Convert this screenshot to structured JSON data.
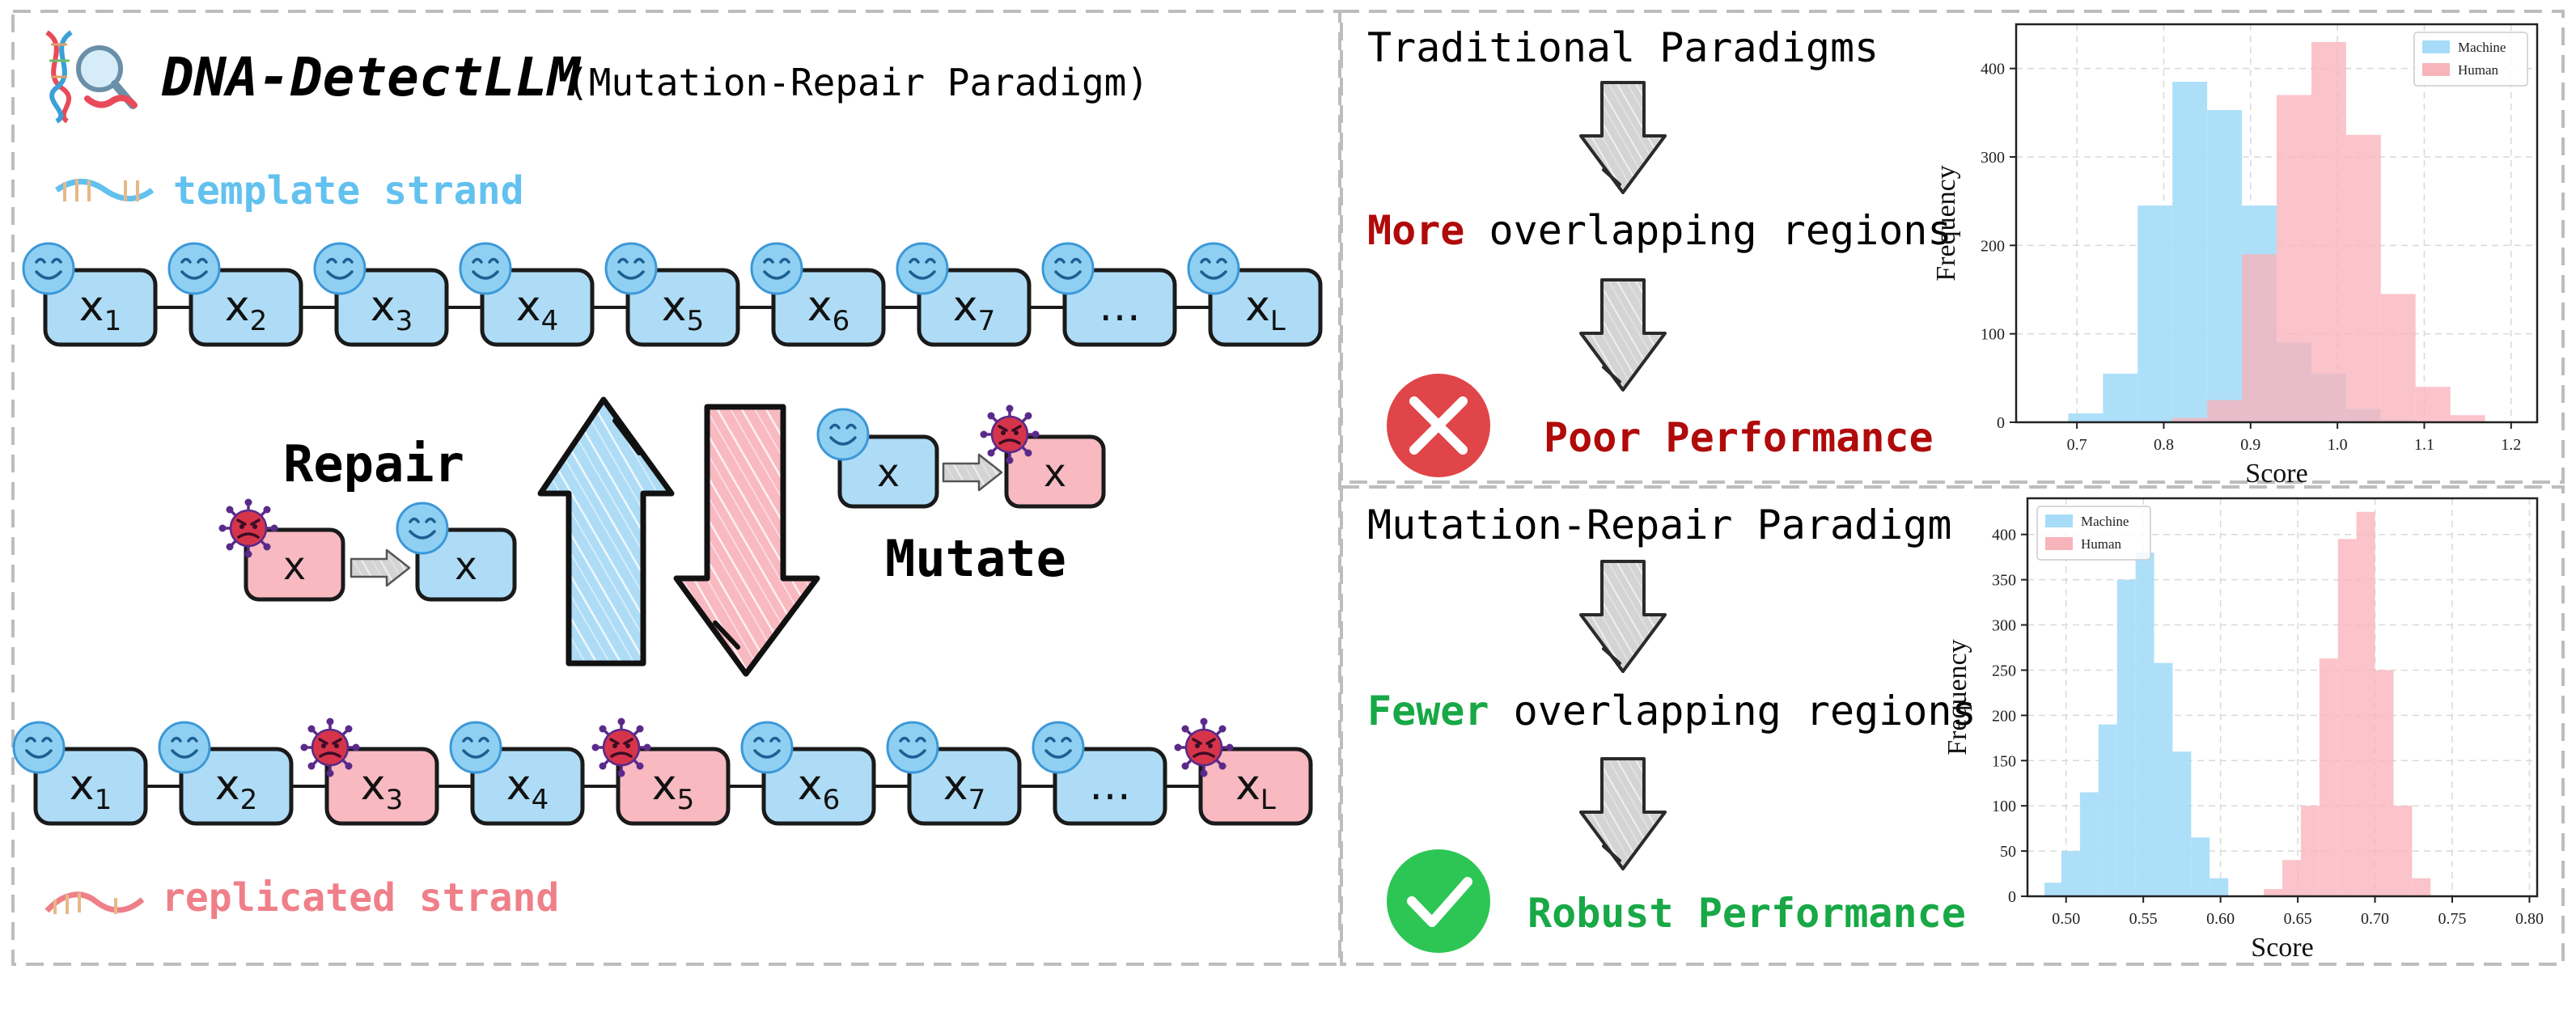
{
  "title": {
    "name": "DNA-DetectLLM",
    "subtitle": "(Mutation-Repair Paradigm)"
  },
  "strands": {
    "template_label": "template strand",
    "replicated_label": "replicated strand",
    "template_tokens": [
      {
        "base": "x",
        "sub": "1",
        "state": "clean"
      },
      {
        "base": "x",
        "sub": "2",
        "state": "clean"
      },
      {
        "base": "x",
        "sub": "3",
        "state": "clean"
      },
      {
        "base": "x",
        "sub": "4",
        "state": "clean"
      },
      {
        "base": "x",
        "sub": "5",
        "state": "clean"
      },
      {
        "base": "x",
        "sub": "6",
        "state": "clean"
      },
      {
        "base": "x",
        "sub": "7",
        "state": "clean"
      },
      {
        "base": "…",
        "sub": "",
        "state": "clean"
      },
      {
        "base": "x",
        "sub": "L",
        "state": "clean"
      }
    ],
    "replicated_tokens": [
      {
        "base": "x",
        "sub": "1",
        "state": "clean"
      },
      {
        "base": "x",
        "sub": "2",
        "state": "clean"
      },
      {
        "base": "x",
        "sub": "3",
        "state": "mutated"
      },
      {
        "base": "x",
        "sub": "4",
        "state": "clean"
      },
      {
        "base": "x",
        "sub": "5",
        "state": "mutated"
      },
      {
        "base": "x",
        "sub": "6",
        "state": "clean"
      },
      {
        "base": "x",
        "sub": "7",
        "state": "clean"
      },
      {
        "base": "…",
        "sub": "",
        "state": "clean"
      },
      {
        "base": "x",
        "sub": "L",
        "state": "mutated"
      }
    ]
  },
  "process": {
    "repair_label": "Repair",
    "mutate_label": "Mutate",
    "token": "x"
  },
  "traditional": {
    "heading": "Traditional Paradigms",
    "overlap_em": "More",
    "overlap_rest": " overlapping regions",
    "result": "Poor Performance"
  },
  "mutation_repair": {
    "heading": "Mutation-Repair Paradigm",
    "overlap_em": "Fewer",
    "overlap_rest": " overlapping regions",
    "result": "Robust Performance"
  },
  "colors": {
    "blue": "#aedcf6",
    "pink": "#f8b9c1",
    "red_text": "#b00a0a",
    "green_text": "#18a846",
    "blue_label": "#62c1ef",
    "pink_label": "#ef7f89"
  },
  "chart_data": [
    {
      "type": "histogram",
      "xlabel": "Score",
      "ylabel": "Frequency",
      "xlim": [
        0.63,
        1.23
      ],
      "ylim": [
        0,
        450
      ],
      "xticks": [
        0.7,
        0.8,
        0.9,
        1.0,
        1.1,
        1.2
      ],
      "xtick_labels": [
        "0.7",
        "0.8",
        "0.9",
        "1.0",
        "1.1",
        "1.2"
      ],
      "yticks": [
        0,
        100,
        200,
        300,
        400
      ],
      "legend_position": "top-right",
      "grid": true,
      "series": [
        {
          "name": "Machine",
          "color": "#a6dcf8",
          "bins": [
            [
              0.69,
              0.73,
              10
            ],
            [
              0.73,
              0.77,
              55
            ],
            [
              0.77,
              0.81,
              245
            ],
            [
              0.81,
              0.85,
              385
            ],
            [
              0.85,
              0.89,
              353
            ],
            [
              0.89,
              0.93,
              245
            ],
            [
              0.93,
              0.97,
              90
            ],
            [
              0.97,
              1.01,
              55
            ],
            [
              1.01,
              1.05,
              15
            ],
            [
              1.05,
              1.09,
              3
            ]
          ]
        },
        {
          "name": "Human",
          "color": "#f8b4bb",
          "bins": [
            [
              0.81,
              0.85,
              5
            ],
            [
              0.85,
              0.89,
              25
            ],
            [
              0.89,
              0.93,
              190
            ],
            [
              0.93,
              0.97,
              370
            ],
            [
              0.97,
              1.01,
              430
            ],
            [
              1.01,
              1.05,
              325
            ],
            [
              1.05,
              1.09,
              145
            ],
            [
              1.09,
              1.13,
              40
            ],
            [
              1.13,
              1.17,
              8
            ]
          ]
        }
      ]
    },
    {
      "type": "histogram",
      "xlabel": "Score",
      "ylabel": "Frequency",
      "xlim": [
        0.475,
        0.805
      ],
      "ylim": [
        0,
        440
      ],
      "xticks": [
        0.5,
        0.55,
        0.6,
        0.65,
        0.7,
        0.75,
        0.8
      ],
      "xtick_labels": [
        "0.50",
        "0.55",
        "0.60",
        "0.65",
        "0.70",
        "0.75",
        "0.80"
      ],
      "yticks": [
        0,
        50,
        100,
        150,
        200,
        250,
        300,
        350,
        400
      ],
      "legend_position": "top-left",
      "grid": true,
      "series": [
        {
          "name": "Machine",
          "color": "#a6dcf8",
          "bins": [
            [
              0.486,
              0.497,
              15
            ],
            [
              0.497,
              0.509,
              50
            ],
            [
              0.509,
              0.521,
              115
            ],
            [
              0.521,
              0.533,
              190
            ],
            [
              0.533,
              0.545,
              350
            ],
            [
              0.545,
              0.557,
              380
            ],
            [
              0.557,
              0.569,
              258
            ],
            [
              0.569,
              0.581,
              160
            ],
            [
              0.581,
              0.593,
              65
            ],
            [
              0.593,
              0.605,
              20
            ]
          ]
        },
        {
          "name": "Human",
          "color": "#f8b4bb",
          "bins": [
            [
              0.628,
              0.64,
              8
            ],
            [
              0.64,
              0.652,
              40
            ],
            [
              0.652,
              0.664,
              100
            ],
            [
              0.664,
              0.676,
              263
            ],
            [
              0.676,
              0.688,
              395
            ],
            [
              0.688,
              0.7,
              425
            ],
            [
              0.7,
              0.712,
              250
            ],
            [
              0.712,
              0.724,
              100
            ],
            [
              0.724,
              0.736,
              20
            ]
          ]
        }
      ]
    }
  ]
}
